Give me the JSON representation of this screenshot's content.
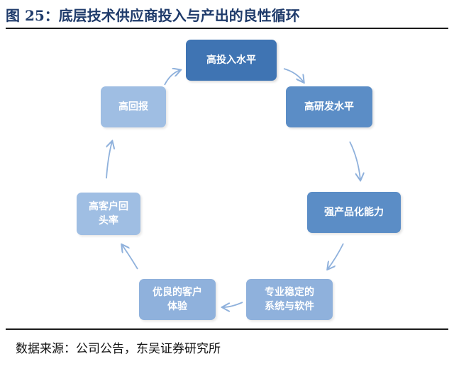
{
  "figure": {
    "title": "图 25：底层技术供应商投入与产出的良性循环"
  },
  "cycle": {
    "nodes": [
      {
        "id": "high-investment",
        "label": "高投入水平"
      },
      {
        "id": "high-rnd",
        "label": "高研发水平"
      },
      {
        "id": "strong-productization",
        "label": "强产品化能力"
      },
      {
        "id": "professional-stable-system",
        "label": "专业稳定的\n系统与软件"
      },
      {
        "id": "good-customer-experience",
        "label": "优良的客户\n体验"
      },
      {
        "id": "high-repurchase",
        "label": "高客户回\n头率"
      },
      {
        "id": "high-return",
        "label": "高回报"
      }
    ],
    "colors": {
      "dark": "#3f74b3",
      "mid": "#5b8dc6",
      "light": "#8fb1dc",
      "pale": "#9fbee3",
      "arrow": "#8fb1dc"
    }
  },
  "source": {
    "text": "数据来源：公司公告，东吴证券研究所"
  }
}
